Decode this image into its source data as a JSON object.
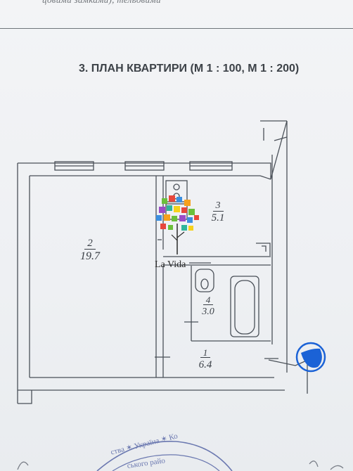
{
  "document": {
    "top_partial_text": "цовими замками), тельовими",
    "section_title": "3. ПЛАН КВАРТИРИ (М 1 : 100, М 1 : 200)"
  },
  "rooms": [
    {
      "number": "2",
      "area": "19.7"
    },
    {
      "number": "3",
      "area": "5.1"
    },
    {
      "number": "4",
      "area": "3.0"
    },
    {
      "number": "1",
      "area": "6.4"
    }
  ],
  "logo": {
    "text": "La Vida"
  },
  "seal": {
    "line1": "ства ✶ Україна ✶ Ко",
    "line2": "ського райо"
  },
  "colors": {
    "ink": "#4a5058",
    "stamp": "#6b78b0",
    "marker": "#1b62d6"
  }
}
